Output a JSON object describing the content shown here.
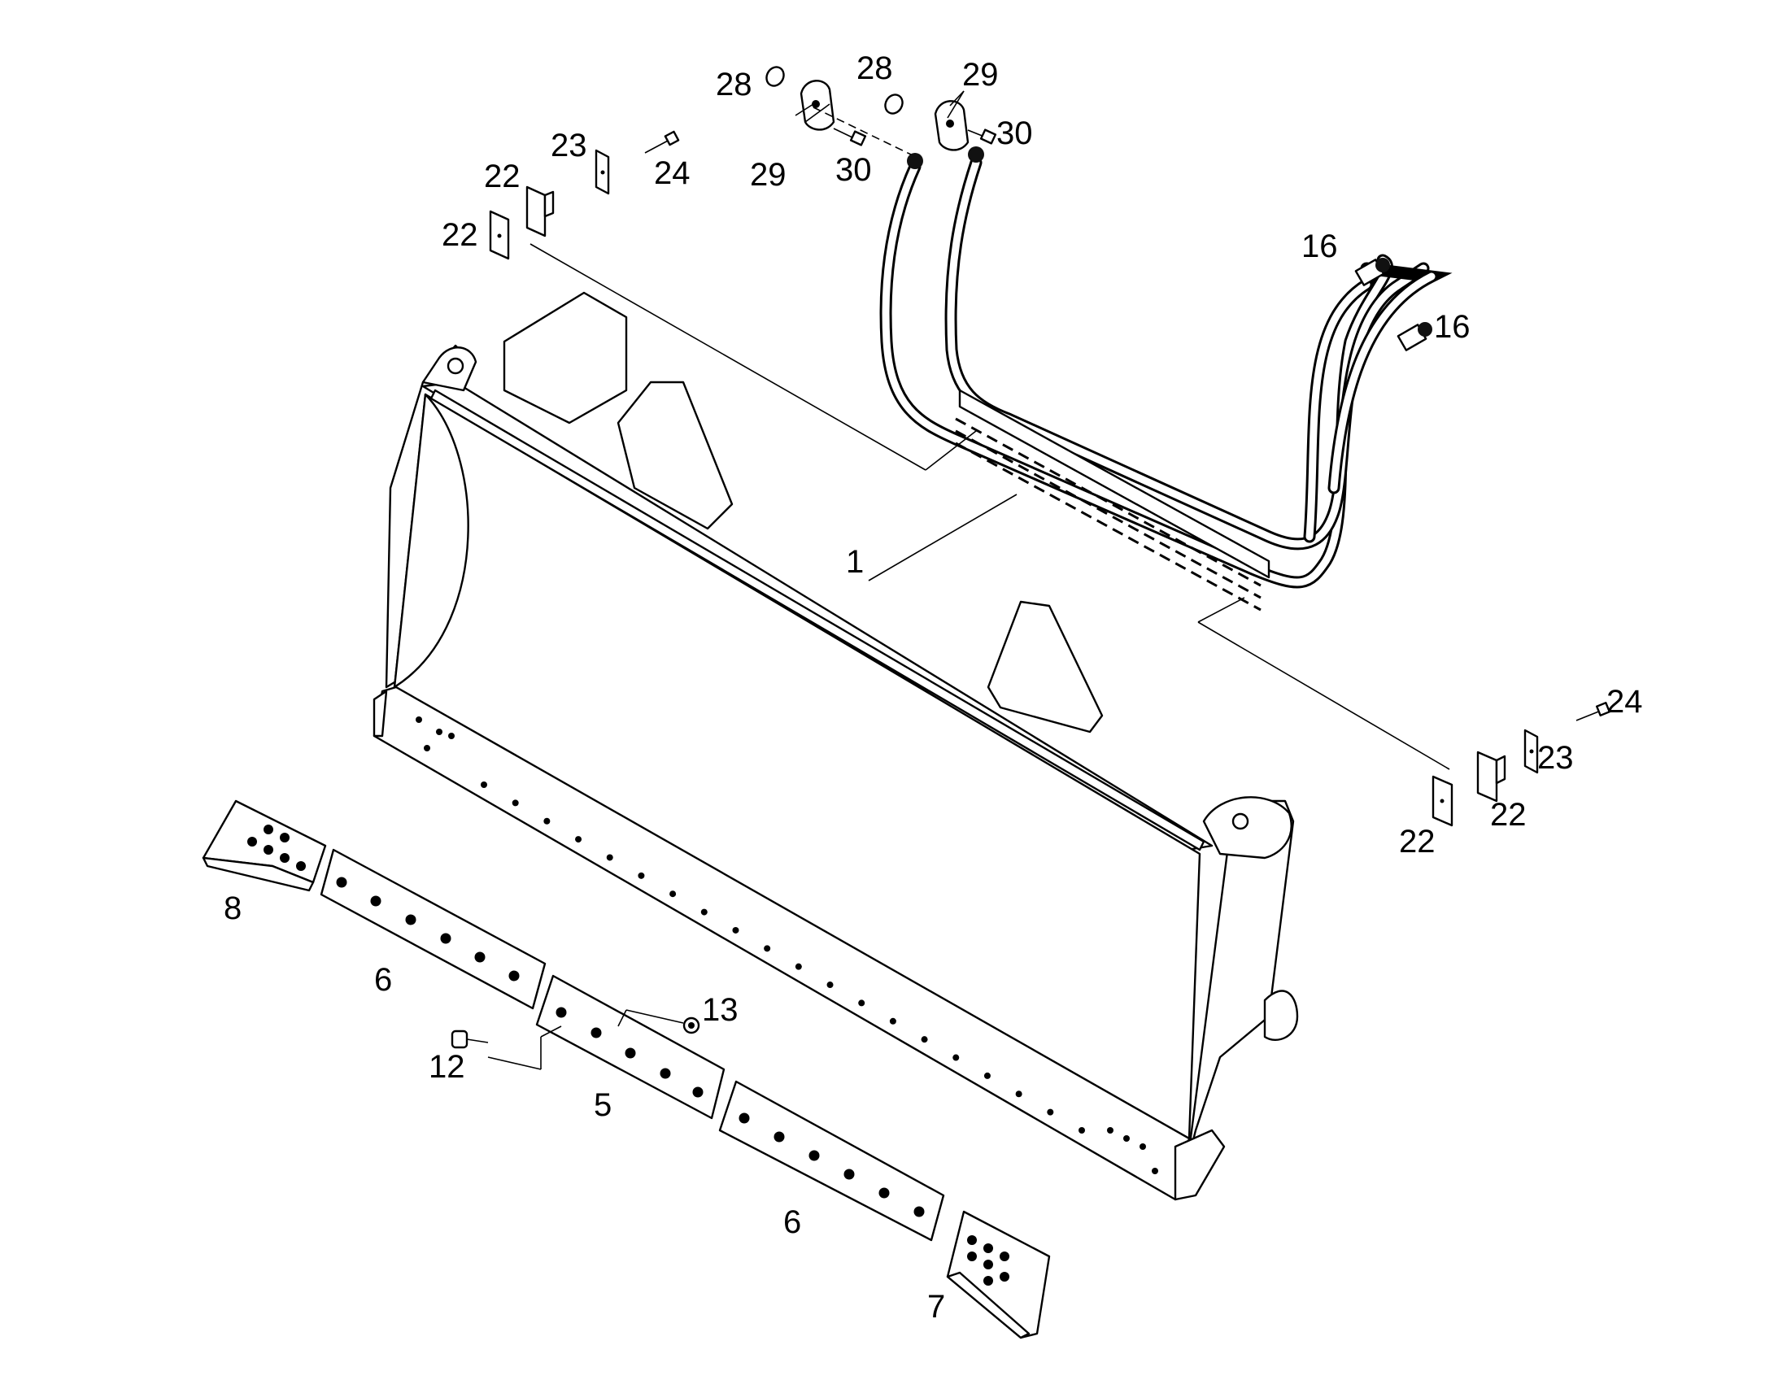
{
  "colors": {
    "line": "#000000",
    "background": "#ffffff"
  },
  "callouts": [
    {
      "id": "c1",
      "text": "1"
    },
    {
      "id": "c5",
      "text": "5"
    },
    {
      "id": "c6a",
      "text": "6"
    },
    {
      "id": "c6b",
      "text": "6"
    },
    {
      "id": "c7",
      "text": "7"
    },
    {
      "id": "c8",
      "text": "8"
    },
    {
      "id": "c12",
      "text": "12"
    },
    {
      "id": "c13",
      "text": "13"
    },
    {
      "id": "c16a",
      "text": "16"
    },
    {
      "id": "c16b",
      "text": "16"
    },
    {
      "id": "c22a",
      "text": "22"
    },
    {
      "id": "c22b",
      "text": "22"
    },
    {
      "id": "c22c",
      "text": "22"
    },
    {
      "id": "c22d",
      "text": "22"
    },
    {
      "id": "c23a",
      "text": "23"
    },
    {
      "id": "c23b",
      "text": "23"
    },
    {
      "id": "c24a",
      "text": "24"
    },
    {
      "id": "c24b",
      "text": "24"
    },
    {
      "id": "c28a",
      "text": "28"
    },
    {
      "id": "c28b",
      "text": "28"
    },
    {
      "id": "c29a",
      "text": "29"
    },
    {
      "id": "c29b",
      "text": "29"
    },
    {
      "id": "c30a",
      "text": "30"
    },
    {
      "id": "c30b",
      "text": "30"
    }
  ]
}
